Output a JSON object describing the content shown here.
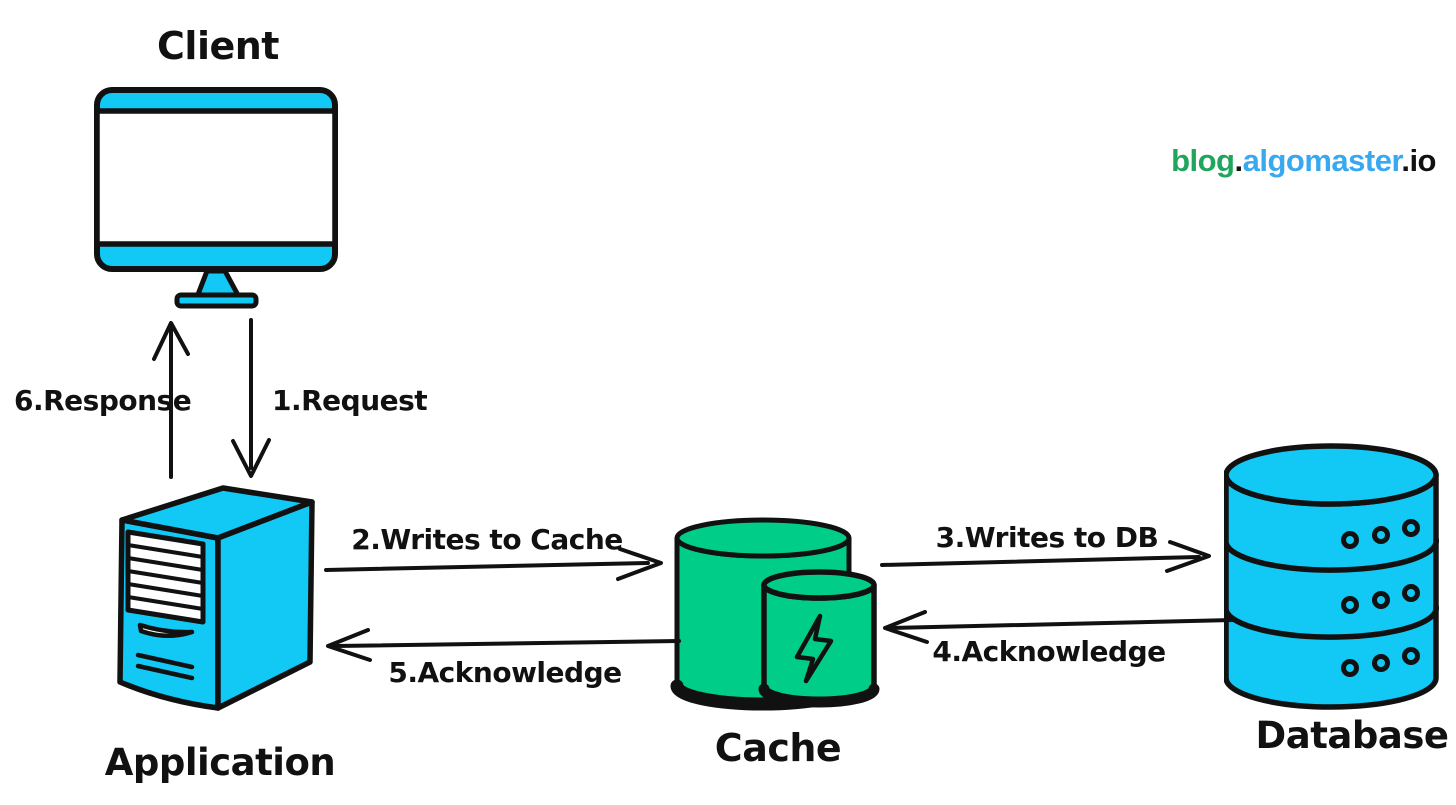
{
  "colors": {
    "bg": "#ffffff",
    "ink": "#111111",
    "cyan": "#12c8f5",
    "green": "#00cd88",
    "brand_green": "#1fa65c",
    "brand_blue": "#38a9f0"
  },
  "brand": {
    "blog": "blog",
    "dot1": ".",
    "algomaster": "algomaster",
    "dot2": ".",
    "io": "io"
  },
  "nodes": {
    "client": {
      "label": "Client",
      "icon": "monitor-icon"
    },
    "application": {
      "label": "Application",
      "icon": "server-tower-icon"
    },
    "cache": {
      "label": "Cache",
      "icon": "cache-cylinders-lightning-icon"
    },
    "database": {
      "label": "Database",
      "icon": "database-stack-icon"
    }
  },
  "arrows": {
    "request": {
      "label": "1.Request",
      "from": "Client",
      "to": "Application"
    },
    "writes_to_cache": {
      "label": "2.Writes to Cache",
      "from": "Application",
      "to": "Cache"
    },
    "writes_to_db": {
      "label": "3.Writes to DB",
      "from": "Cache",
      "to": "Database"
    },
    "acknowledge_db": {
      "label": "4.Acknowledge",
      "from": "Database",
      "to": "Cache"
    },
    "acknowledge_cache": {
      "label": "5.Acknowledge",
      "from": "Cache",
      "to": "Application"
    },
    "response": {
      "label": "6.Response",
      "from": "Application",
      "to": "Client"
    }
  }
}
